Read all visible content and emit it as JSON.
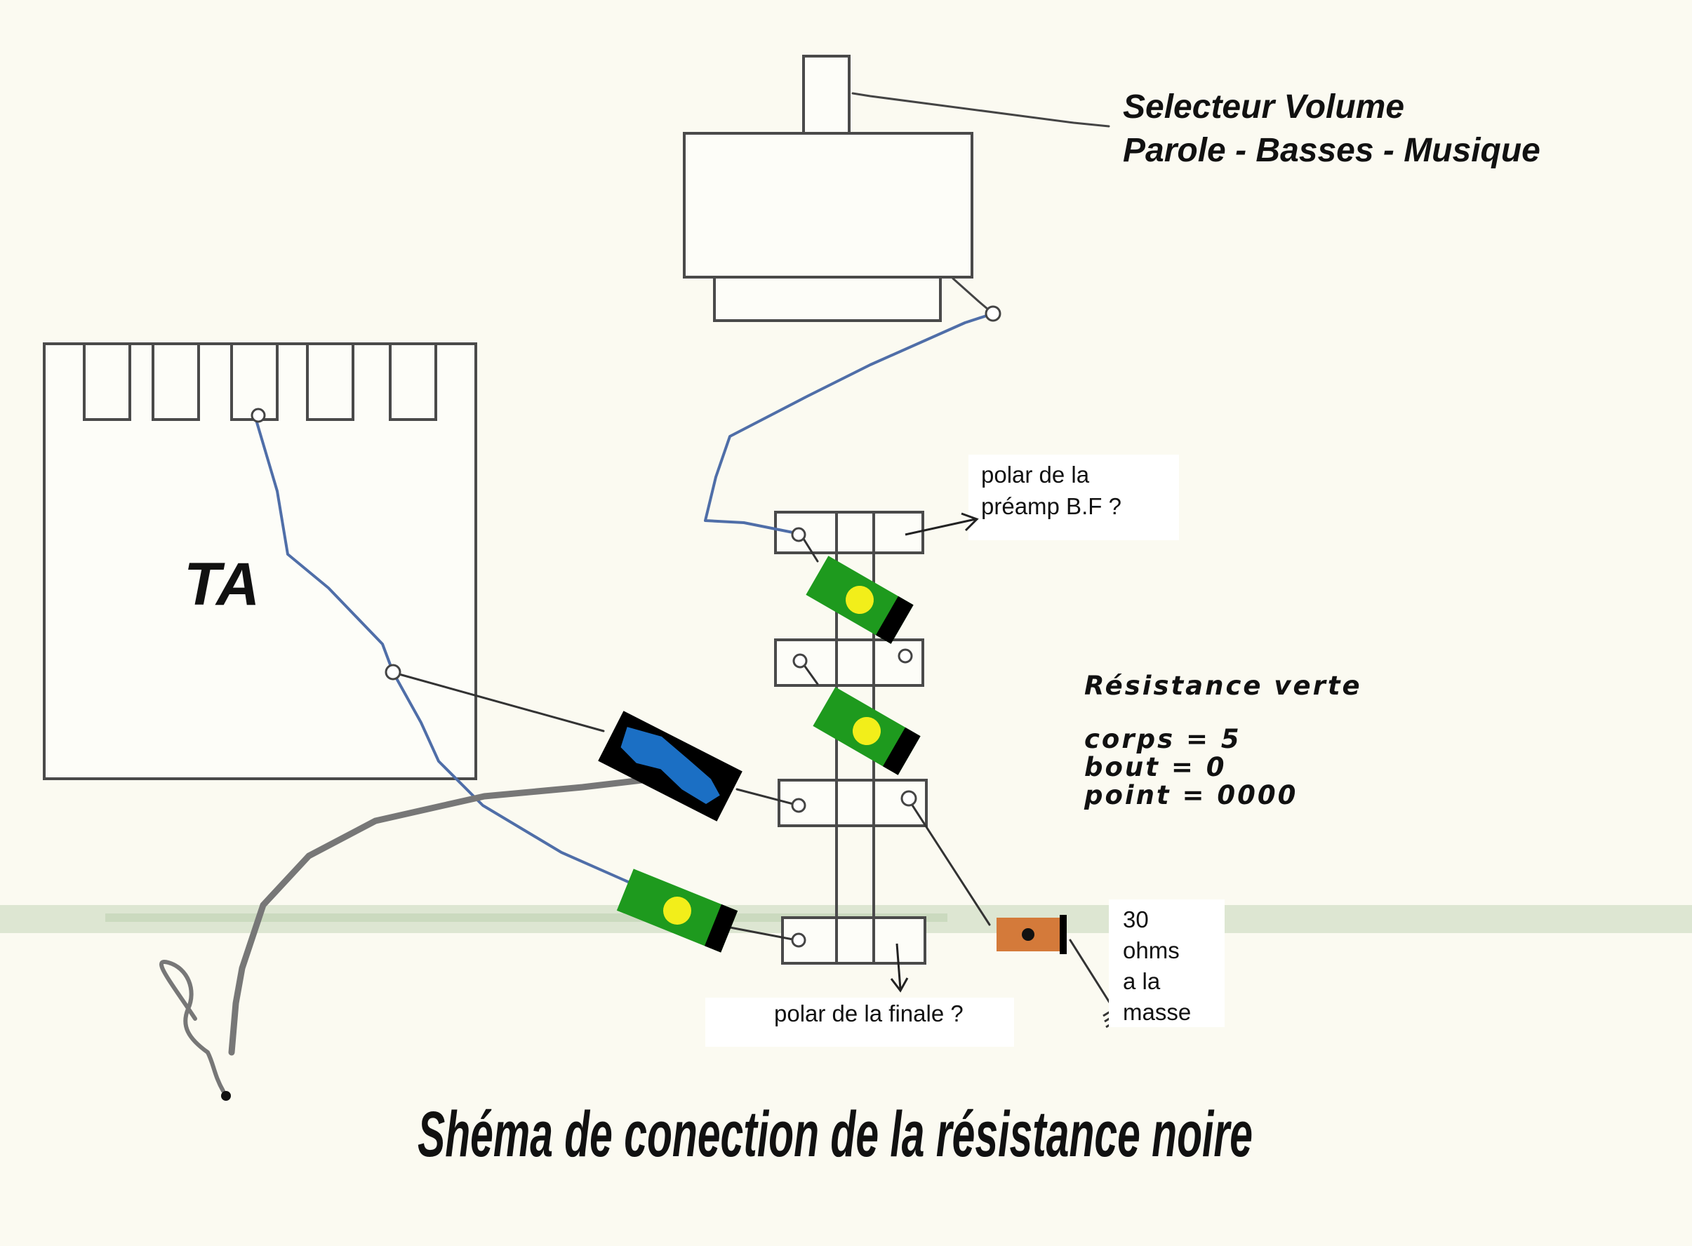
{
  "labels": {
    "ta": "TA",
    "selector_line1": "Selecteur Volume",
    "selector_line2": "Parole - Basses - Musique",
    "polar_preamp_line1": "polar de la",
    "polar_preamp_line2": "préamp B.F ?",
    "polar_finale": "polar de la finale ?",
    "resistance_title": "Résistance verte",
    "corps": "corps = 5",
    "bout": "bout = 0",
    "point": "point = 0000",
    "ohms_line1": "30",
    "ohms_line2": "ohms",
    "ohms_line3": "a la",
    "ohms_line4": "masse",
    "caption": "Shéma de conection de la résistance noire"
  },
  "colors": {
    "background": "#fbfaf1",
    "outline": "#4a4a4a",
    "wire_blue": "#4f6ea8",
    "wire_dark": "#333333",
    "wire_gray": "#777777",
    "resistor_green": "#1e9a1e",
    "resistor_dot": "#f2ee1a",
    "resistor_band": "#000000",
    "resistor_black_body": "#000000",
    "resistor_blue_paint": "#1b6fc4",
    "resistor_orange": "#d47a3a",
    "ground_stripe": "#b9cfae"
  },
  "icons": {
    "resistor": "resistor-icon",
    "ground": "ground-icon",
    "solder_point": "solder-point-icon"
  }
}
